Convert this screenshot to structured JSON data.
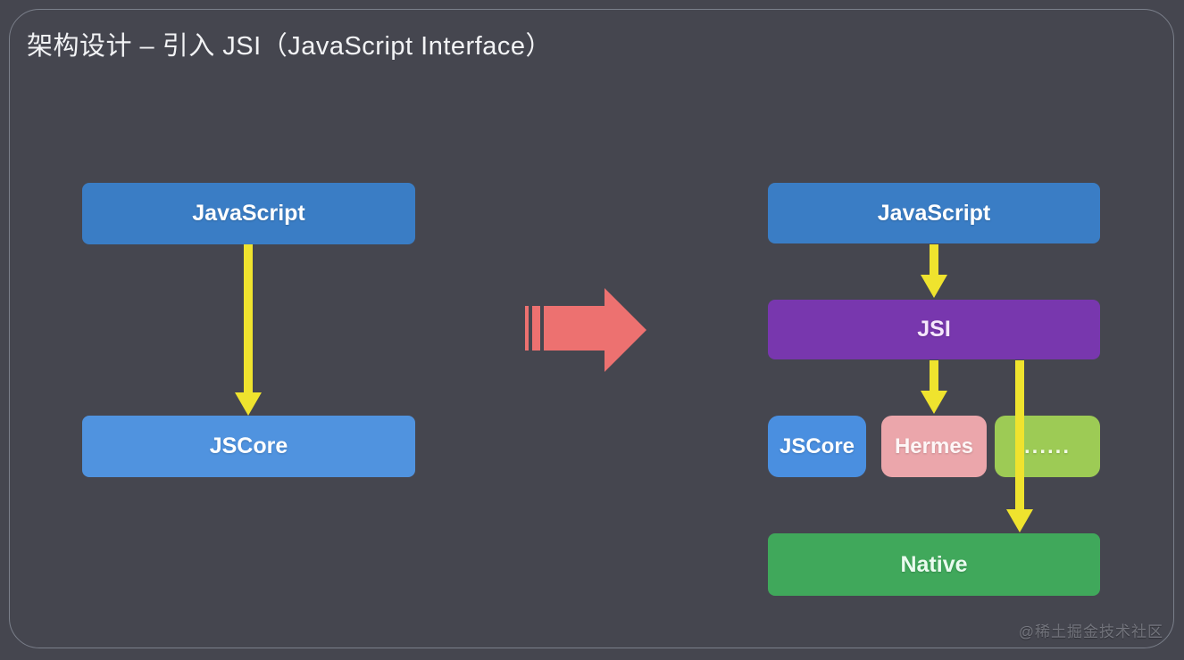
{
  "slide": {
    "title": "架构设计 – 引入 JSI（JavaScript Interface）",
    "watermark": "@稀土掘金技术社区",
    "background_color": "#45464f",
    "border_color": "#b0b7c5"
  },
  "before_diagram": {
    "javascript": {
      "label": "JavaScript",
      "color": "#3a7dc5"
    },
    "jscore": {
      "label": "JSCore",
      "color": "#5093df"
    }
  },
  "transform_arrow": {
    "direction": "right",
    "color": "#ed7170"
  },
  "after_diagram": {
    "javascript": {
      "label": "JavaScript",
      "color": "#3a7dc5"
    },
    "jsi": {
      "label": "JSI",
      "color": "#7837ae"
    },
    "engines": [
      {
        "label": "JSCore",
        "color": "#4a8fe0"
      },
      {
        "label": "Hermes",
        "color": "#eba6ab"
      },
      {
        "label": "......",
        "color": "#9dcb55"
      }
    ],
    "native": {
      "label": "Native",
      "color": "#40a85b"
    }
  },
  "flow_arrow_color": "#efe32e"
}
